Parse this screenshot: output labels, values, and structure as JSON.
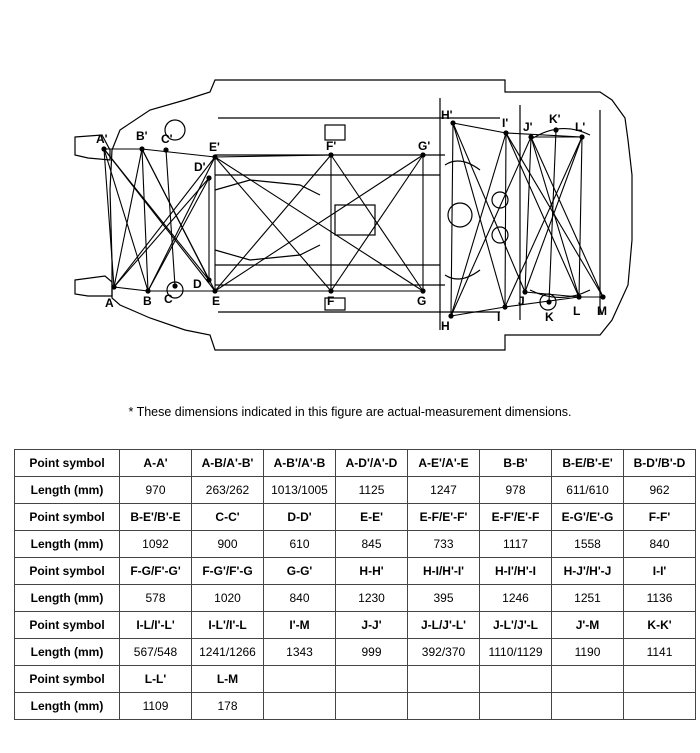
{
  "diagram": {
    "labels": {
      "A_top": "A'",
      "B_top": "B'",
      "C_top": "C'",
      "D_top": "D'",
      "E_top": "E'",
      "F_top": "F'",
      "G_top": "G'",
      "H_top": "H'",
      "I_top": "I'",
      "J_top": "J'",
      "K_top": "K'",
      "L_top": "L'",
      "A_bot": "A",
      "B_bot": "B",
      "C_bot": "C",
      "D_bot": "D",
      "E_bot": "E",
      "F_bot": "F",
      "G_bot": "G",
      "H_bot": "H",
      "I_bot": "I",
      "J_bot": "J",
      "K_bot": "K",
      "L_bot": "L",
      "M_bot": "M"
    }
  },
  "note": "*  These dimensions indicated in this figure are actual-measurement dimensions.",
  "table": {
    "header_symbol": "Point symbol",
    "header_length": "Length (mm)",
    "rows": [
      {
        "symbols": [
          "A-A'",
          "A-B/A'-B'",
          "A-B'/A'-B",
          "A-D'/A'-D",
          "A-E'/A'-E",
          "B-B'",
          "B-E/B'-E'",
          "B-D'/B'-D"
        ],
        "lengths": [
          "970",
          "263/262",
          "1013/1005",
          "1125",
          "1247",
          "978",
          "611/610",
          "962"
        ]
      },
      {
        "symbols": [
          "B-E'/B'-E",
          "C-C'",
          "D-D'",
          "E-E'",
          "E-F/E'-F'",
          "E-F'/E'-F",
          "E-G'/E'-G",
          "F-F'"
        ],
        "lengths": [
          "1092",
          "900",
          "610",
          "845",
          "733",
          "1117",
          "1558",
          "840"
        ]
      },
      {
        "symbols": [
          "F-G/F'-G'",
          "F-G'/F'-G",
          "G-G'",
          "H-H'",
          "H-I/H'-I'",
          "H-I'/H'-I",
          "H-J'/H'-J",
          "I-I'"
        ],
        "lengths": [
          "578",
          "1020",
          "840",
          "1230",
          "395",
          "1246",
          "1251",
          "1136"
        ]
      },
      {
        "symbols": [
          "I-L/I'-L'",
          "I-L'/I'-L",
          "I'-M",
          "J-J'",
          "J-L/J'-L'",
          "J-L'/J'-L",
          "J'-M",
          "K-K'"
        ],
        "lengths": [
          "567/548",
          "1241/1266",
          "1343",
          "999",
          "392/370",
          "1110/1129",
          "1190",
          "1141"
        ]
      },
      {
        "symbols": [
          "L-L'",
          "L-M",
          "",
          "",
          "",
          "",
          "",
          ""
        ],
        "lengths": [
          "1109",
          "178",
          "",
          "",
          "",
          "",
          "",
          ""
        ]
      }
    ]
  }
}
